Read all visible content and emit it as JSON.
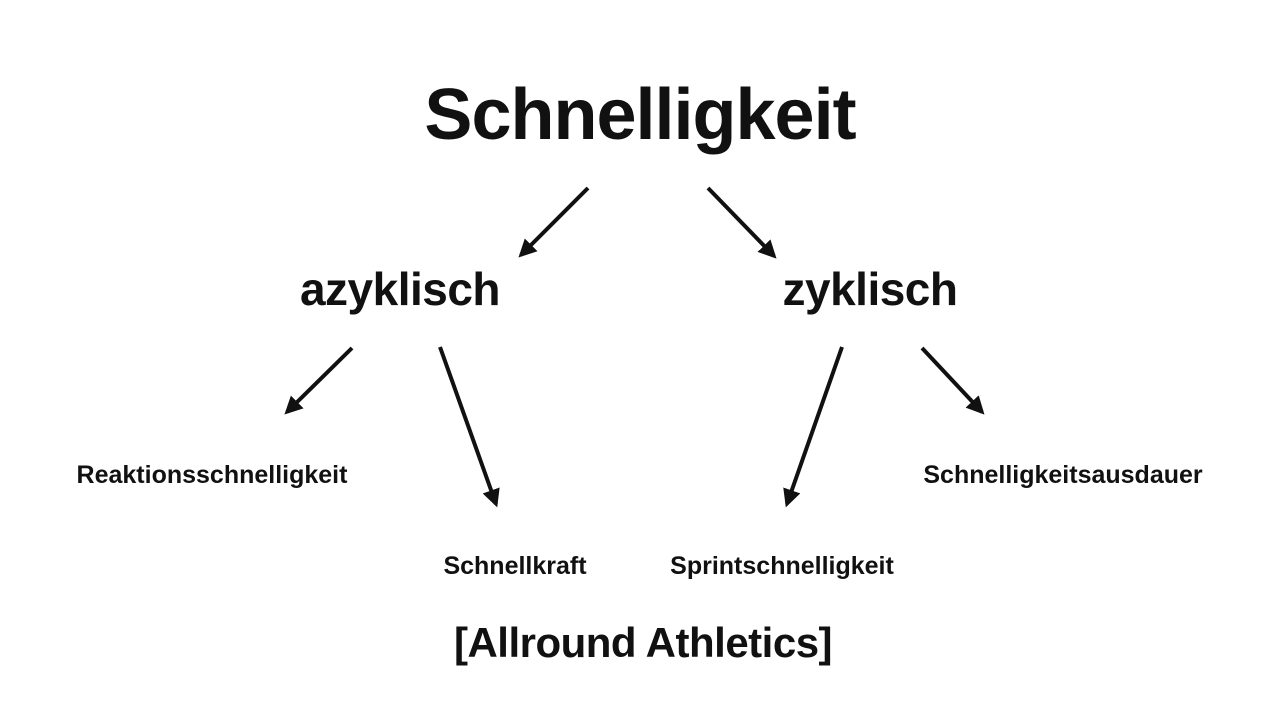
{
  "diagram": {
    "title": "Schnelligkeit",
    "level2": [
      {
        "id": "azyklisch",
        "label": "azyklisch"
      },
      {
        "id": "zyklisch",
        "label": "zyklisch"
      }
    ],
    "level3": [
      {
        "id": "reaktionsschnelligkeit",
        "label": "Reaktionsschnelligkeit",
        "parent": "azyklisch"
      },
      {
        "id": "schnellkraft",
        "label": "Schnellkraft",
        "parent": "azyklisch"
      },
      {
        "id": "sprintschnelligkeit",
        "label": "Sprintschnelligkeit",
        "parent": "zyklisch"
      },
      {
        "id": "schnelligkeitsausdauer",
        "label": "Schnelligkeitsausdauer",
        "parent": "zyklisch"
      }
    ],
    "attribution": "[Allround Athletics]",
    "colors": {
      "background": "#ffffff",
      "text": "#111111",
      "arrow": "#111111"
    }
  }
}
